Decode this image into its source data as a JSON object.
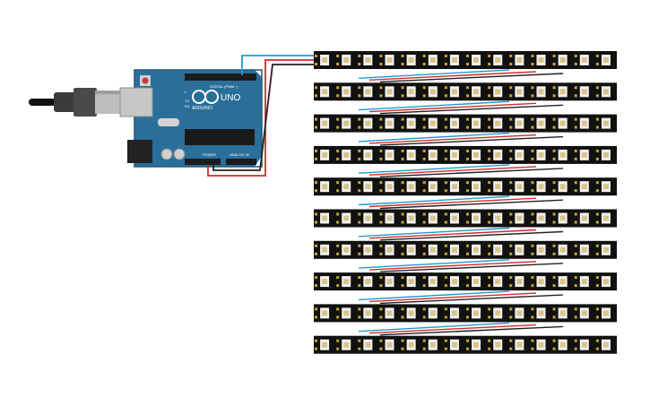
{
  "arduino": {
    "brand": "ARDUINO",
    "model": "UNO",
    "digital_label": "DIGITAL (PWM~)",
    "power_label": "POWER",
    "analog_label": "ANALOG IN",
    "tx_label": "TX",
    "rx_label": "RX",
    "l_label": "L",
    "colors": {
      "board": "#2a6f9a",
      "board_dark": "#1f587d",
      "headers": "#1c1c1c",
      "chip": "#1a1a1a"
    }
  },
  "usb_cable": {
    "name": "usb-cable",
    "colors": {
      "plug": "#b8b8b8",
      "sleeve": "#3a3a3a",
      "cable": "#111111"
    }
  },
  "led_strips": {
    "count": 10,
    "leds_per_strip": 14,
    "colors": {
      "strip": "#111111",
      "led_body": "#f2f2f2",
      "led_die": "#d9c48a",
      "pads": "#c9a23a"
    }
  },
  "wires": {
    "colors": {
      "data": "#1f9bd1",
      "power": "#d62a2a",
      "ground": "#222222"
    },
    "names": [
      "data-wire",
      "power-wire",
      "ground-wire"
    ]
  }
}
